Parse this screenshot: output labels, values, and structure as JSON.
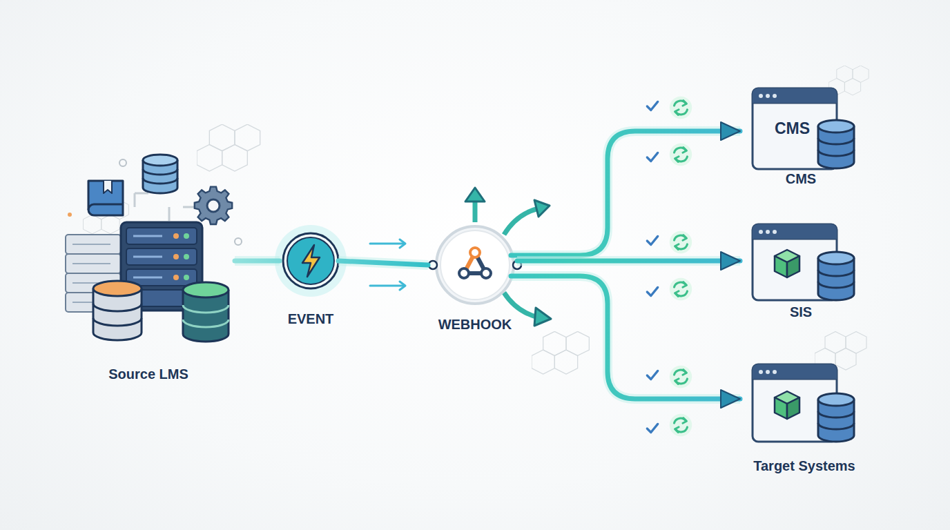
{
  "diagram": {
    "nodes": [
      {
        "text": [
          "Source LMS"
        ]
      },
      {
        "text": [
          "EVENT"
        ]
      },
      {
        "text": [
          "WEBHOOK"
        ]
      },
      {
        "text": [
          "CMS",
          "CMS"
        ]
      },
      {
        "text": [
          "SIS"
        ]
      },
      {
        "text": [
          "Target Systems"
        ]
      }
    ],
    "edges": [
      {
        "from": 0,
        "to": 1,
        "arrow": "none"
      },
      {
        "from": 1,
        "to": 2,
        "arrow": "none"
      },
      {
        "from": 2,
        "to": 3,
        "arrow": "to"
      },
      {
        "from": 2,
        "to": 4,
        "arrow": "to"
      },
      {
        "from": 2,
        "to": 5,
        "arrow": "to"
      }
    ]
  }
}
